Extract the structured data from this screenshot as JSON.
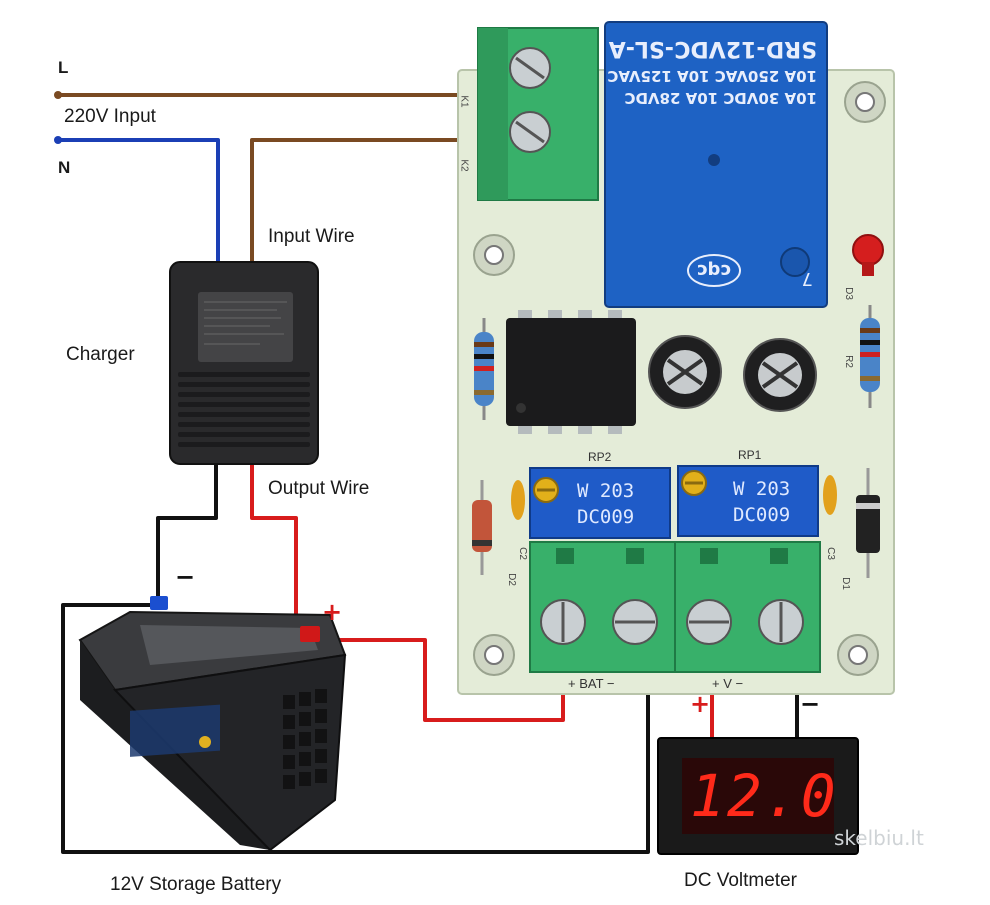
{
  "labels": {
    "live": "L",
    "neutral": "N",
    "mains_input": "220V Input",
    "input_wire": "Input Wire",
    "charger": "Charger",
    "output_wire": "Output Wire",
    "battery": "12V Storage Battery",
    "voltmeter": "DC Voltmeter",
    "minus_battery": "−",
    "plus_battery": "+",
    "plus_meter": "+",
    "minus_meter": "−"
  },
  "board": {
    "relay": {
      "brand": "cqc",
      "line1": "SRD-12VDC-SL-A",
      "line2": "10A 250VAC  10A 125VAC",
      "line3": "10A 30VDC  10A 28VDC",
      "pin": "7"
    },
    "pots": [
      {
        "id": "RP2",
        "line1": "W 203",
        "line2": "DC009"
      },
      {
        "id": "RP1",
        "line1": "W 203",
        "line2": "DC009"
      }
    ],
    "silk": {
      "bat": "+ BAT −",
      "v": "+ V −",
      "c2": "C2",
      "c3": "C3",
      "d2": "D2",
      "d1": "D1",
      "d3": "D3",
      "r2": "R2",
      "k1": "K1",
      "k2": "K2"
    }
  },
  "voltmeter_reading": "12.0",
  "watermark": "skelbiu.lt",
  "colors": {
    "live_wire": "#7a4a22",
    "neutral_wire": "#1b3fb5",
    "red_wire": "#d81c1c",
    "black_wire": "#111111",
    "pcb": "#e4ecd8",
    "terminal": "#38b06a",
    "relay": "#1e62c4",
    "display_digits": "#ff2a1a"
  }
}
